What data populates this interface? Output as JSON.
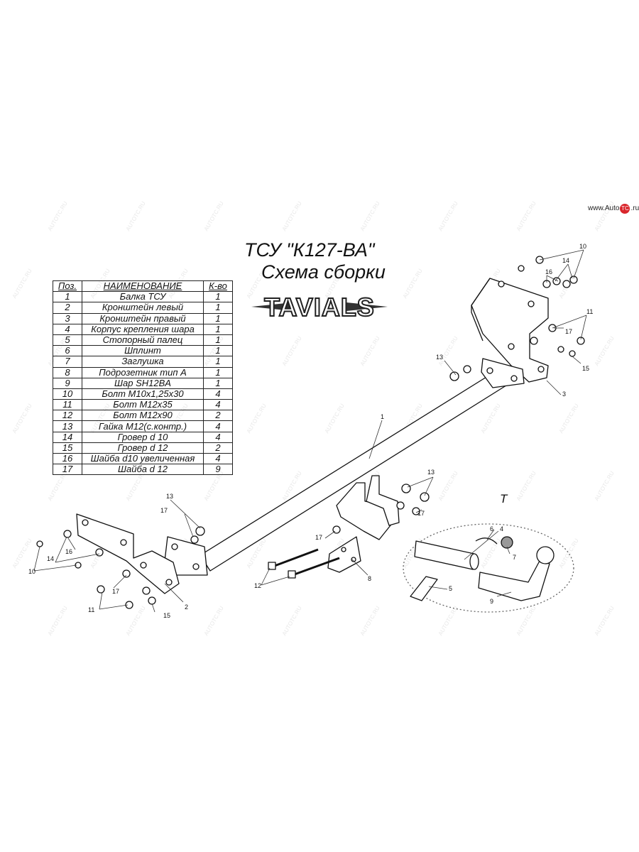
{
  "site_badge": {
    "prefix": "www.Auto",
    "mark": "TC",
    "suffix": ".ru"
  },
  "title_line1": "ТСУ \"К127-ВА\"",
  "title_line2": "Схема сборки",
  "logo_text": "TAVIALS",
  "table": {
    "headers": [
      "Поз.",
      "НАИМЕНОВАНИЕ",
      "К-во"
    ],
    "rows": [
      [
        "1",
        "Балка ТСУ",
        "1"
      ],
      [
        "2",
        "Кронштейн левый",
        "1"
      ],
      [
        "3",
        "Кронштейн правый",
        "1"
      ],
      [
        "4",
        "Корпус крепления шара",
        "1"
      ],
      [
        "5",
        "Стопорный палец",
        "1"
      ],
      [
        "6",
        "Шплинт",
        "1"
      ],
      [
        "7",
        "Заглушка",
        "1"
      ],
      [
        "8",
        "Подрозетник тип А",
        "1"
      ],
      [
        "9",
        "Шар SH12BA",
        "1"
      ],
      [
        "10",
        "Болт М10х1,25х30",
        "4"
      ],
      [
        "11",
        "Болт М12х35",
        "4"
      ],
      [
        "12",
        "Болт М12х90",
        "2"
      ],
      [
        "13",
        "Гайка М12(с.контр.)",
        "4"
      ],
      [
        "14",
        "Гровер d 10",
        "4"
      ],
      [
        "15",
        "Гровер d 12",
        "2"
      ],
      [
        "16",
        "Шайба d10 увеличенная",
        "4"
      ],
      [
        "17",
        "Шайба d 12",
        "9"
      ]
    ]
  },
  "detail_label": "Т",
  "callouts": [
    "1",
    "2",
    "3",
    "4",
    "5",
    "6",
    "7",
    "8",
    "9",
    "10",
    "10",
    "11",
    "11",
    "12",
    "13",
    "13",
    "13",
    "14",
    "14",
    "15",
    "15",
    "16",
    "16",
    "17",
    "17",
    "17",
    "17",
    "17"
  ],
  "watermark": "AUTOTC.RU"
}
